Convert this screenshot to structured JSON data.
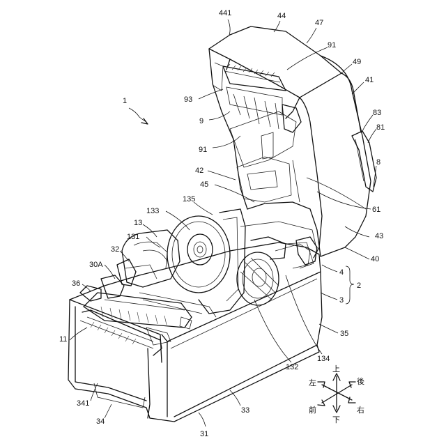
{
  "labels": {
    "l1": "1",
    "l441": "441",
    "l44": "44",
    "l47": "47",
    "l91a": "91",
    "l49": "49",
    "l41": "41",
    "l93": "93",
    "l9": "9",
    "l83": "83",
    "l81": "81",
    "l91b": "91",
    "l8": "8",
    "l42": "42",
    "l45": "45",
    "l61": "61",
    "l135": "135",
    "l133": "133",
    "l13": "13",
    "l131": "131",
    "l43": "43",
    "l32": "32",
    "l30A": "30A",
    "l40": "40",
    "l36": "36",
    "l4": "4",
    "l2": "2",
    "l3": "3",
    "l35": "35",
    "l11": "11",
    "l134": "134",
    "l132": "132",
    "l341": "341",
    "l33": "33",
    "l34": "34",
    "l31": "31"
  },
  "directions": {
    "up": "上",
    "back": "後",
    "left": "左",
    "front": "前",
    "right": "右",
    "down": "下"
  }
}
